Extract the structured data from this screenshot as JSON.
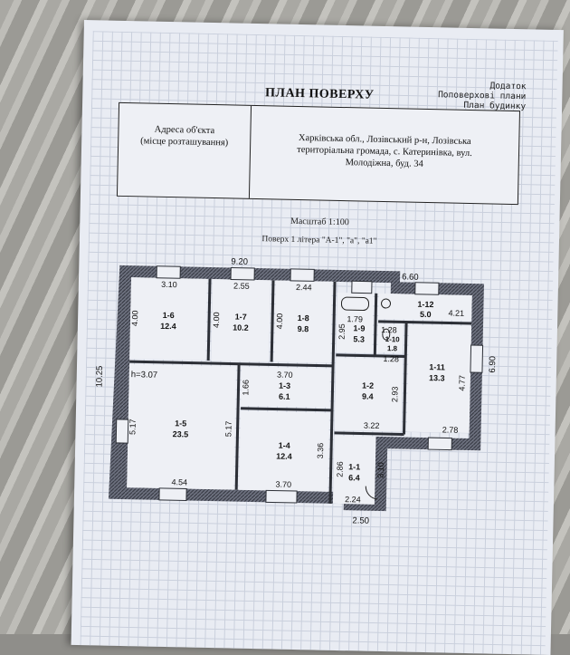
{
  "document": {
    "appendix_lines": [
      "Додаток",
      "Поповерхові плани",
      "План будинку"
    ],
    "title": "ПЛАН ПОВЕРХУ",
    "address_label_lines": [
      "Адреса об'єкта",
      "(місце розташування)"
    ],
    "address_value_lines": [
      "Харківська обл., Лозівський р-н, Лозівська",
      "територіальна громада, с. Катеринівка, вул.",
      "Молодіжна, буд. 34"
    ],
    "scale": "Масштаб 1:100",
    "floor_caption": "Поверх 1 літера \"А-1\", \"а\", \"а1\""
  },
  "plan": {
    "height_note": "h=3.07",
    "dimensions": {
      "top_total": "9.20",
      "top_right": "6.60",
      "left_total": "10.25",
      "right_total": "6.90",
      "bottom_ext": "2.50"
    },
    "rooms": [
      {
        "id": "1-6",
        "area": "12.4",
        "w": "3.10",
        "h": "4.00"
      },
      {
        "id": "1-7",
        "area": "10.2",
        "w": "2.55",
        "h": "4.00"
      },
      {
        "id": "1-8",
        "area": "9.8",
        "w": "2.44",
        "h": "4.00"
      },
      {
        "id": "1-9",
        "area": "5.3",
        "w": "1.79",
        "h": "2.95"
      },
      {
        "id": "1-12",
        "area": "5.0",
        "w": "4.21",
        "h": "1.28"
      },
      {
        "id": "1-10",
        "area": "1.8",
        "w": "1.28",
        "h": "1.28"
      },
      {
        "id": "1-11",
        "area": "13.3",
        "w": "2.78",
        "h": "4.77"
      },
      {
        "id": "1-3",
        "area": "6.1",
        "w": "3.70",
        "h": "1.66"
      },
      {
        "id": "1-2",
        "area": "9.4",
        "w": "3.22",
        "h": "2.93"
      },
      {
        "id": "1-5",
        "area": "23.5",
        "w": "4.54",
        "h": "5.17",
        "h2": "5.17"
      },
      {
        "id": "1-4",
        "area": "12.4",
        "w": "3.70",
        "h": "3.36"
      },
      {
        "id": "1-1",
        "area": "6.4",
        "w": "2.24",
        "h": "2.86",
        "h2": "3.10"
      }
    ]
  }
}
